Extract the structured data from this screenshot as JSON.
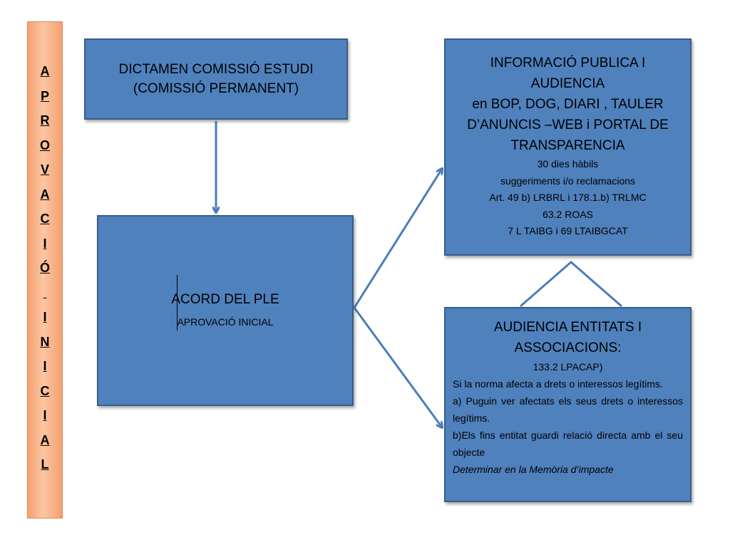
{
  "sidebar": {
    "label": "A\nP\nR\nO\nV\nA\nC\nI\nÓ\n \nI\nN\nI\nC\nI\nA\nL"
  },
  "boxes": {
    "dictamen": {
      "line1": "DICTAMEN COMISSIÓ ESTUDI",
      "line2": "(COMISSIÓ PERMANENT)"
    },
    "acord": {
      "title": "ACORD DEL PLE",
      "subtitle": "APROVACIÓ INICIAL"
    },
    "informacio": {
      "title_lines": [
        "INFORMACIÓ PUBLICA I",
        "AUDIENCIA",
        " en BOP, DOG, DIARI , TAULER",
        "D’ANUNCIS –WEB i PORTAL DE",
        "TRANSPARENCIA"
      ],
      "detail_lines": [
        "30 dies hàbils",
        "suggeriments i/o reclamacions",
        "Art. 49 b) LRBRL i 178.1.b) TRLMC",
        "63.2 ROAS",
        "7 L TAIBG i 69 LTAIBGCAT"
      ]
    },
    "audiencia": {
      "title_lines": [
        "AUDIENCIA ENTITATS I",
        "ASSOCIACIONS:"
      ],
      "ref": "133.2 LPACAP)",
      "para1": "Si la norma afecta a drets o interessos legítims.",
      "para2": "a)   Puguin ver afectats els seus drets o interessos legítims.",
      "para3": "b)Els fins entitat guardi relació directa amb el seu objecte",
      "para4": "Determinar en la Memòria d’impacte"
    }
  },
  "colors": {
    "box_fill": "#4f81bd",
    "box_border": "#385d8a",
    "arrow": "#4a7ebb",
    "sidebar_fill": "#fcc6a3"
  }
}
